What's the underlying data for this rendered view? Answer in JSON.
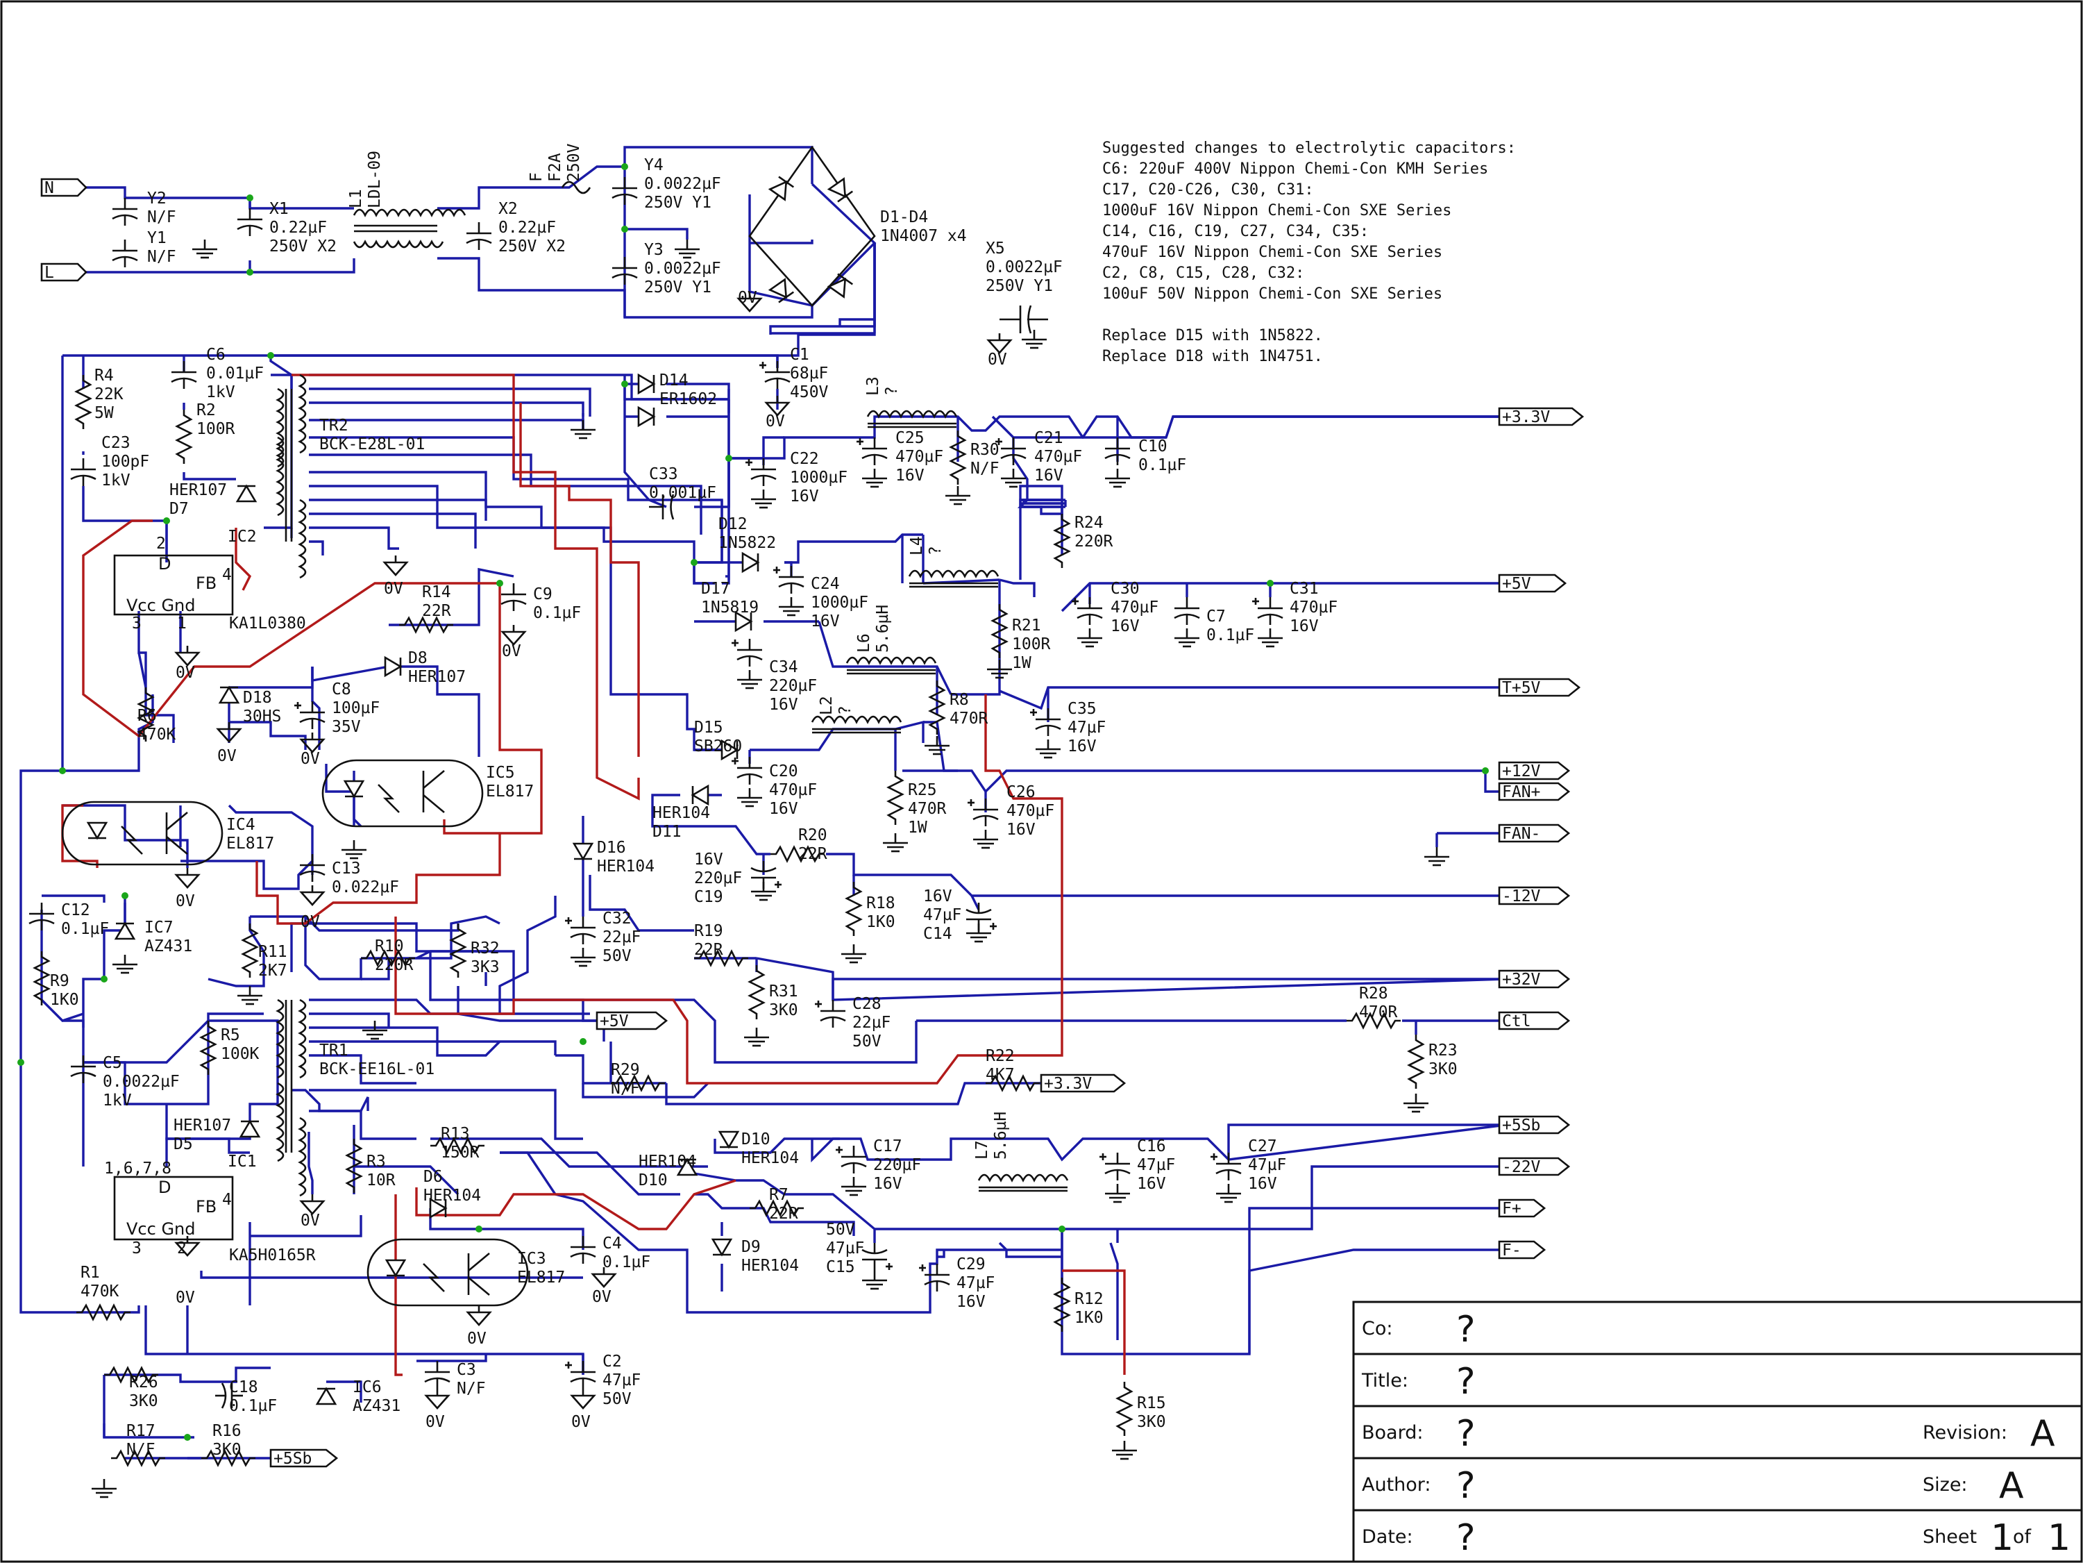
{
  "components": [
    {
      "id": "y2",
      "lines": [
        "Y2",
        "N/F"
      ]
    },
    {
      "id": "y1",
      "lines": [
        "Y1",
        "N/F"
      ]
    },
    {
      "id": "x1",
      "lines": [
        "X1",
        "0.22µF",
        "250V X2"
      ]
    },
    {
      "id": "l1",
      "lines": [
        "L1",
        "LDL-09"
      ]
    },
    {
      "id": "x2",
      "lines": [
        "X2",
        "0.22µF",
        "250V X2"
      ]
    },
    {
      "id": "f",
      "lines": [
        "F",
        "F2A",
        "250V"
      ]
    },
    {
      "id": "y4",
      "lines": [
        "Y4",
        "0.0022µF",
        "250V Y1"
      ]
    },
    {
      "id": "y3",
      "lines": [
        "Y3",
        "0.0022µF",
        "250V Y1"
      ]
    },
    {
      "id": "d1d4",
      "lines": [
        "D1-D4",
        "1N4007 x4"
      ]
    },
    {
      "id": "x5",
      "lines": [
        "X5",
        "0.0022µF",
        "250V Y1"
      ]
    },
    {
      "id": "r4",
      "lines": [
        "R4",
        "22K",
        "5W"
      ]
    },
    {
      "id": "c6",
      "lines": [
        "C6",
        "0.01µF",
        "1kV"
      ]
    },
    {
      "id": "r2",
      "lines": [
        "R2",
        "100R"
      ]
    },
    {
      "id": "c23",
      "lines": [
        "C23",
        "100pF",
        "1kV"
      ]
    },
    {
      "id": "d7",
      "lines": [
        "HER107",
        "D7"
      ]
    },
    {
      "id": "ic2",
      "lines": [
        "IC2"
      ]
    },
    {
      "id": "tr2",
      "lines": [
        "TR2",
        "BCK-E28L-01"
      ]
    },
    {
      "id": "c1",
      "lines": [
        "C1",
        "68µF",
        "450V"
      ]
    },
    {
      "id": "d14",
      "lines": [
        "D14",
        "ER1602"
      ]
    },
    {
      "id": "c33",
      "lines": [
        "C33",
        "0.001µF"
      ]
    },
    {
      "id": "l3",
      "lines": [
        "L3",
        "?"
      ]
    },
    {
      "id": "c25",
      "lines": [
        "C25",
        "470µF",
        "16V"
      ]
    },
    {
      "id": "r30",
      "lines": [
        "R30",
        "N/F"
      ]
    },
    {
      "id": "c21",
      "lines": [
        "C21",
        "470µF",
        "16V"
      ]
    },
    {
      "id": "c10",
      "lines": [
        "C10",
        "0.1µF"
      ]
    },
    {
      "id": "c22",
      "lines": [
        "C22",
        "1000µF",
        "16V"
      ]
    },
    {
      "id": "d12",
      "lines": [
        "D12",
        "1N5822"
      ]
    },
    {
      "id": "c24",
      "lines": [
        "C24",
        "1000µF",
        "16V"
      ]
    },
    {
      "id": "l4",
      "lines": [
        "L4",
        "?"
      ]
    },
    {
      "id": "r24",
      "lines": [
        "R24",
        "220R"
      ]
    },
    {
      "id": "d17",
      "lines": [
        "D17",
        "1N5819"
      ]
    },
    {
      "id": "l6",
      "lines": [
        "L6",
        "5.6µH"
      ]
    },
    {
      "id": "r21",
      "lines": [
        "R21",
        "100R",
        "1W"
      ]
    },
    {
      "id": "c30",
      "lines": [
        "C30",
        "470µF",
        "16V"
      ]
    },
    {
      "id": "c7",
      "lines": [
        "C7",
        "0.1µF"
      ]
    },
    {
      "id": "c31",
      "lines": [
        "C31",
        "470µF",
        "16V"
      ]
    },
    {
      "id": "c34",
      "lines": [
        "C34",
        "220µF",
        "16V"
      ]
    },
    {
      "id": "r8",
      "lines": [
        "R8",
        "470R"
      ]
    },
    {
      "id": "c35",
      "lines": [
        "C35",
        "47µF",
        "16V"
      ]
    },
    {
      "id": "l2",
      "lines": [
        "L2",
        "?"
      ]
    },
    {
      "id": "d15",
      "lines": [
        "D15",
        "SB260"
      ]
    },
    {
      "id": "c20",
      "lines": [
        "C20",
        "470µF",
        "16V"
      ]
    },
    {
      "id": "d11",
      "lines": [
        "HER104",
        "D11"
      ]
    },
    {
      "id": "r25",
      "lines": [
        "R25",
        "470R",
        "1W"
      ]
    },
    {
      "id": "c26",
      "lines": [
        "C26",
        "470µF",
        "16V"
      ]
    },
    {
      "id": "r20",
      "lines": [
        "R20",
        "22R"
      ]
    },
    {
      "id": "c19",
      "lines": [
        "16V",
        "220µF",
        "C19"
      ]
    },
    {
      "id": "r18",
      "lines": [
        "R18",
        "1K0"
      ]
    },
    {
      "id": "c14",
      "lines": [
        "16V",
        "47µF",
        "C14"
      ]
    },
    {
      "id": "d16",
      "lines": [
        "D16",
        "HER104"
      ]
    },
    {
      "id": "c32",
      "lines": [
        "C32",
        "22µF",
        "50V"
      ]
    },
    {
      "id": "r19",
      "lines": [
        "R19",
        "22R"
      ]
    },
    {
      "id": "r31",
      "lines": [
        "R31",
        "3K0"
      ]
    },
    {
      "id": "c28",
      "lines": [
        "C28",
        "22µF",
        "50V"
      ]
    },
    {
      "id": "r28",
      "lines": [
        "R28",
        "470R"
      ]
    },
    {
      "id": "r23",
      "lines": [
        "R23",
        "3K0"
      ]
    },
    {
      "id": "r22",
      "lines": [
        "R22",
        "4K7"
      ]
    },
    {
      "id": "r14",
      "lines": [
        "R14",
        "22R"
      ]
    },
    {
      "id": "c9",
      "lines": [
        "C9",
        "0.1µF"
      ]
    },
    {
      "id": "d8",
      "lines": [
        "D8",
        "HER107"
      ]
    },
    {
      "id": "d18",
      "lines": [
        "D18",
        "30HS"
      ]
    },
    {
      "id": "c8",
      "lines": [
        "C8",
        "100µF",
        "35V"
      ]
    },
    {
      "id": "r6",
      "lines": [
        "R6",
        "470K"
      ]
    },
    {
      "id": "ic5",
      "lines": [
        "IC5",
        "EL817"
      ]
    },
    {
      "id": "ic4",
      "lines": [
        "IC4",
        "EL817"
      ]
    },
    {
      "id": "c13",
      "lines": [
        "C13",
        "0.022µF"
      ]
    },
    {
      "id": "c12",
      "lines": [
        "C12",
        "0.1µF"
      ]
    },
    {
      "id": "ic7",
      "lines": [
        "IC7",
        "AZ431"
      ]
    },
    {
      "id": "r9",
      "lines": [
        "R9",
        "1K0"
      ]
    },
    {
      "id": "r11",
      "lines": [
        "R11",
        "2K7"
      ]
    },
    {
      "id": "r10",
      "lines": [
        "R10",
        "220R"
      ]
    },
    {
      "id": "r32",
      "lines": [
        "R32",
        "3K3"
      ]
    },
    {
      "id": "r29",
      "lines": [
        "R29",
        "N/F"
      ]
    },
    {
      "id": "c5",
      "lines": [
        "C5",
        "0.0022µF",
        "1kV"
      ]
    },
    {
      "id": "r5",
      "lines": [
        "R5",
        "100K"
      ]
    },
    {
      "id": "tr1",
      "lines": [
        "TR1",
        "BCK-EE16L-01"
      ]
    },
    {
      "id": "d5",
      "lines": [
        "HER107",
        "D5"
      ]
    },
    {
      "id": "ic1",
      "lines": [
        "IC1"
      ]
    },
    {
      "id": "r3",
      "lines": [
        "R3",
        "10R"
      ]
    },
    {
      "id": "r13",
      "lines": [
        "R13",
        "150R"
      ]
    },
    {
      "id": "d6",
      "lines": [
        "D6",
        "HER104"
      ]
    },
    {
      "id": "d10",
      "lines": [
        "D10",
        "HER104"
      ]
    },
    {
      "id": "d10b",
      "lines": [
        "HER104",
        "D10"
      ]
    },
    {
      "id": "c17",
      "lines": [
        "C17",
        "220µF",
        "16V"
      ]
    },
    {
      "id": "l7",
      "lines": [
        "L7",
        "5.6µH"
      ]
    },
    {
      "id": "c16",
      "lines": [
        "C16",
        "47µF",
        "16V"
      ]
    },
    {
      "id": "c27",
      "lines": [
        "C27",
        "47µF",
        "16V"
      ]
    },
    {
      "id": "r7",
      "lines": [
        "R7",
        "22R"
      ]
    },
    {
      "id": "c15",
      "lines": [
        "50V",
        "47µF",
        "C15"
      ]
    },
    {
      "id": "d9",
      "lines": [
        "D9",
        "HER104"
      ]
    },
    {
      "id": "c29",
      "lines": [
        "C29",
        "47µF",
        "16V"
      ]
    },
    {
      "id": "r12",
      "lines": [
        "R12",
        "1K0"
      ]
    },
    {
      "id": "r15",
      "lines": [
        "R15",
        "3K0"
      ]
    },
    {
      "id": "c4",
      "lines": [
        "C4",
        "0.1µF"
      ]
    },
    {
      "id": "ic3",
      "lines": [
        "IC3",
        "EL817"
      ]
    },
    {
      "id": "c2",
      "lines": [
        "C2",
        "47µF",
        "50V"
      ]
    },
    {
      "id": "c3",
      "lines": [
        "C3",
        "N/F"
      ]
    },
    {
      "id": "r1",
      "lines": [
        "R1",
        "470K"
      ]
    },
    {
      "id": "r26",
      "lines": [
        "R26",
        "3K0"
      ]
    },
    {
      "id": "c18",
      "lines": [
        "C18",
        "0.1µF"
      ]
    },
    {
      "id": "ic6",
      "lines": [
        "IC6",
        "AZ431"
      ]
    },
    {
      "id": "r17",
      "lines": [
        "R17",
        "N/F"
      ]
    },
    {
      "id": "r16",
      "lines": [
        "R16",
        "3K0"
      ]
    }
  ],
  "ic_parts": {
    "ic2_pin_d": "D",
    "ic2_pin_fb": "FB",
    "ic2_pins": "Vcc Gnd",
    "ic2_part": "KA1L0380",
    "ic2_p2": "2",
    "ic2_p4": "4",
    "ic2_p3": "3",
    "ic2_p1": "1",
    "ic1_pin_d": "D",
    "ic1_pin_fb": "FB",
    "ic1_pins": "Vcc Gnd",
    "ic1_part": "KA5H0165R",
    "ic1_p1678": "1,6,7,8",
    "ic1_p4": "4",
    "ic1_p3": "3",
    "ic1_p2": "2"
  },
  "ground_labels": {
    "zero": "0V"
  },
  "ports": {
    "n": "N",
    "l": "L",
    "p3v3": "+3.3V",
    "p5v": "+5V",
    "t5v": "T+5V",
    "p12v": "+12V",
    "fanp": "FAN+",
    "fanm": "FAN-",
    "m12v": "-12V",
    "p32v": "+32V",
    "ctl": "Ctl",
    "p5sb": "+5Sb",
    "m22v": "-22V",
    "fp": "F+",
    "fm": "F-",
    "loc5v": "+5V",
    "loc3v3": "+3.3V",
    "loc5sb": "+5Sb"
  },
  "notes": [
    "Suggested changes to electrolytic capacitors:",
    "C6: 220uF 400V Nippon Chemi-Con KMH Series",
    "C17, C20-C26, C30, C31:",
    "1000uF 16V Nippon Chemi-Con SXE Series",
    "C14, C16, C19, C27, C34, C35:",
    "470uF 16V Nippon Chemi-Con SXE Series",
    "C2, C8, C15, C28, C32:",
    "100uF 50V Nippon Chemi-Con SXE Series",
    "",
    "Replace D15 with 1N5822.",
    "Replace D18 with 1N4751."
  ],
  "title_block": {
    "co_label": "Co:",
    "co_value": "?",
    "title_label": "Title:",
    "title_value": "?",
    "board_label": "Board:",
    "board_value": "?",
    "revision_label": "Revision:",
    "revision_value": "A",
    "author_label": "Author:",
    "author_value": "?",
    "size_label": "Size:",
    "size_value": "A",
    "date_label": "Date:",
    "date_value": "?",
    "sheet_label": "Sheet",
    "sheet_value": "1",
    "sheet_of": "of",
    "sheet_total": "1"
  },
  "colors": {
    "wire": "#1a1aa6",
    "red_wire": "#b21a1a",
    "junction": "#1aa61a"
  }
}
